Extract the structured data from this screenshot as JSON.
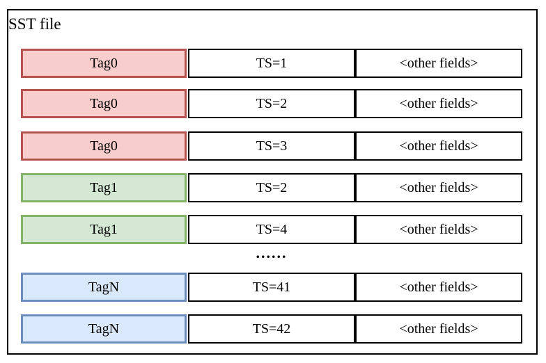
{
  "diagram": {
    "title": "SST file",
    "ellipsis": "......",
    "colors": {
      "red-fill": "#f8cecc",
      "red-stroke": "#b85450",
      "green-fill": "#d5e8d4",
      "green-stroke": "#82b366",
      "blue-fill": "#dae8fc",
      "blue-stroke": "#6c8ebf",
      "cell-fill": "#ffffff",
      "cell-stroke": "#000000",
      "frame-stroke": "#000000"
    },
    "rows": [
      {
        "tag": "Tag0",
        "ts": "TS=1",
        "other": "<other fields>",
        "color": "red"
      },
      {
        "tag": "Tag0",
        "ts": "TS=2",
        "other": "<other fields>",
        "color": "red"
      },
      {
        "tag": "Tag0",
        "ts": "TS=3",
        "other": "<other fields>",
        "color": "red"
      },
      {
        "tag": "Tag1",
        "ts": "TS=2",
        "other": "<other fields>",
        "color": "green"
      },
      {
        "tag": "Tag1",
        "ts": "TS=4",
        "other": "<other fields>",
        "color": "green"
      },
      {
        "tag": "TagN",
        "ts": "TS=41",
        "other": "<other fields>",
        "color": "blue"
      },
      {
        "tag": "TagN",
        "ts": "TS=42",
        "other": "<other fields>",
        "color": "blue"
      }
    ]
  }
}
